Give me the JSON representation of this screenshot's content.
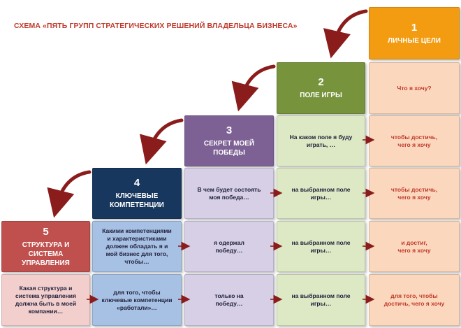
{
  "title": "СХЕМА «ПЯТЬ ГРУПП СТРАТЕГИЧЕСКИХ РЕШЕНИЙ ВЛАДЕЛЬЦА БИЗНЕСА»",
  "colors": {
    "orange": "#f39c12",
    "green": "#77933c",
    "purple": "#7d6194",
    "navy": "#17375e",
    "red": "#c0504d",
    "arrow": "#8b1c1c",
    "pink_cell": "#f2cfcd",
    "blue_cell": "#a7c1e4",
    "lilac_cell": "#d6cfe6",
    "green_cell": "#dde9c4",
    "peach_cell": "#fbd8bd"
  },
  "levels": [
    {
      "number": "1",
      "label": "ЛИЧНЫЕ ЦЕЛИ"
    },
    {
      "number": "2",
      "label": "ПОЛЕ ИГРЫ"
    },
    {
      "number": "3",
      "label": "СЕКРЕТ МОЕЙ\nПОБЕДЫ"
    },
    {
      "number": "4",
      "label": "КЛЮЧЕВЫЕ\nКОМПЕТЕНЦИИ"
    },
    {
      "number": "5",
      "label": "СТРУКТУРА  И\nСИСТЕМА\nУПРАВЛЕНИЯ"
    }
  ],
  "cells": {
    "peach_r1": "Что я хочу?",
    "green_r2": "На каком поле я буду\nиграть, …",
    "peach_r2": "чтобы достичь,\nчего я хочу",
    "lilac_r3": "В чем будет состоять\nмоя победа…",
    "green_r3": "на выбранном поле\nигры…",
    "peach_r3": "чтобы достичь,\nчего я хочу",
    "blue_r4": "Какими компетенциями\nи характеристиками\nдолжен обладать я и\nмой бизнес для того,\nчтобы…",
    "lilac_r4": "я одержал\nпобеду…",
    "green_r4": "на выбранном поле\nигры…",
    "peach_r4": "и достиг,\nчего я хочу",
    "pink_r5": "Какая структура и\nсистема управления\nдолжна быть в моей\nкомпании…",
    "blue_r5": "для того, чтобы\nключевые компетенции\n«работали»…",
    "lilac_r5": "только на\nпобеду…",
    "green_r5": "на выбранном поле\nигры…",
    "peach_r5": "для того, чтобы\nдостичь, чего я хочу"
  }
}
